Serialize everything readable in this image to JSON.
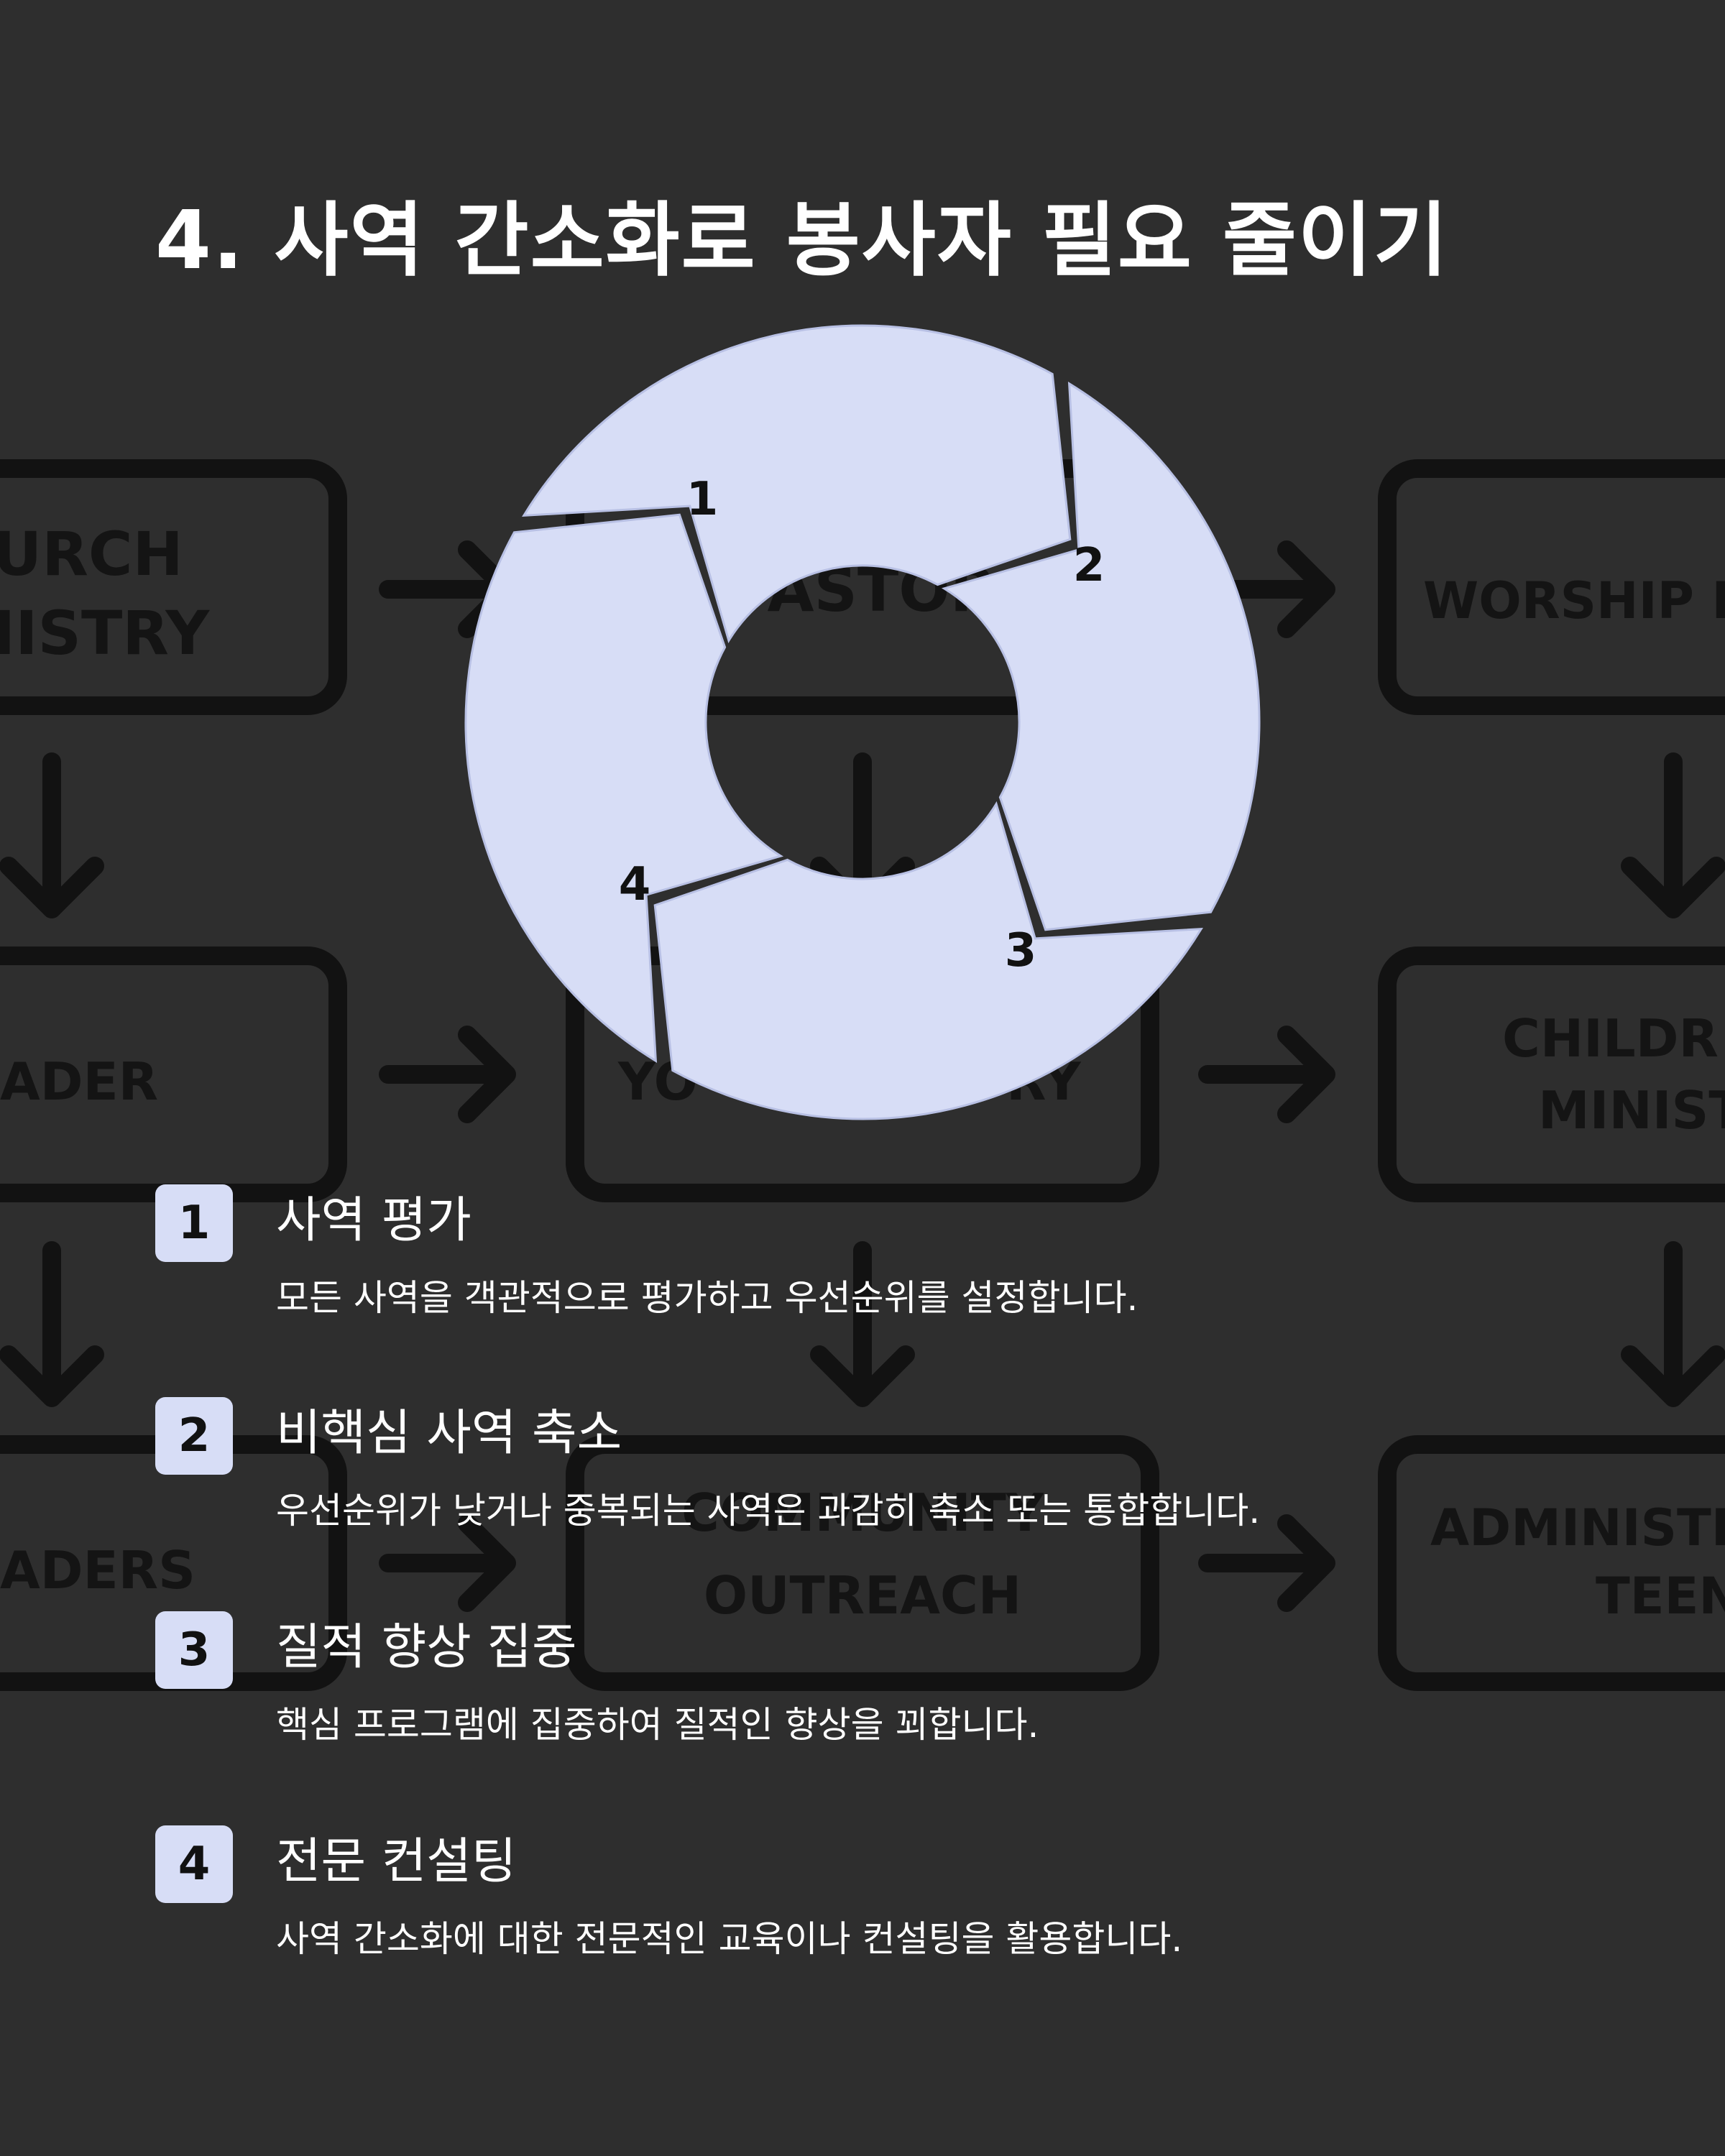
{
  "page": {
    "title": "4. 사역 간소화로 봉사자 필요 줄이기",
    "background": "#2e2e2e"
  },
  "background_chart": {
    "box_labels": [
      [
        "URCH",
        "IISTRY"
      ],
      [
        "PASTOR"
      ],
      [
        "WORSHIP L"
      ],
      [
        "ADER"
      ],
      [
        "YO",
        "RY"
      ],
      [
        "CHILDR",
        "MINIST"
      ],
      [
        "ADERS"
      ],
      [
        "COMMUNITY",
        "OUTREACH"
      ],
      [
        "ADMINISTR",
        "TEEN"
      ]
    ]
  },
  "cycle": {
    "fill_color": "#d7ddf6",
    "segment_labels": [
      "1",
      "2",
      "3",
      "4"
    ]
  },
  "steps": [
    {
      "number": "1",
      "title": "사역 평가",
      "description": "모든 사역을 객관적으로 평가하고 우선순위를 설정합니다."
    },
    {
      "number": "2",
      "title": "비핵심 사역 축소",
      "description": "우선순위가 낮거나 중복되는 사역은 과감히 축소 또는 통합합니다."
    },
    {
      "number": "3",
      "title": "질적 향상 집중",
      "description": "핵심 프로그램에 집중하여 질적인 향상을 꾀합니다."
    },
    {
      "number": "4",
      "title": "전문 컨설팅",
      "description": "사역 간소화에 대한 전문적인 교육이나 컨설팅을 활용합니다."
    }
  ]
}
